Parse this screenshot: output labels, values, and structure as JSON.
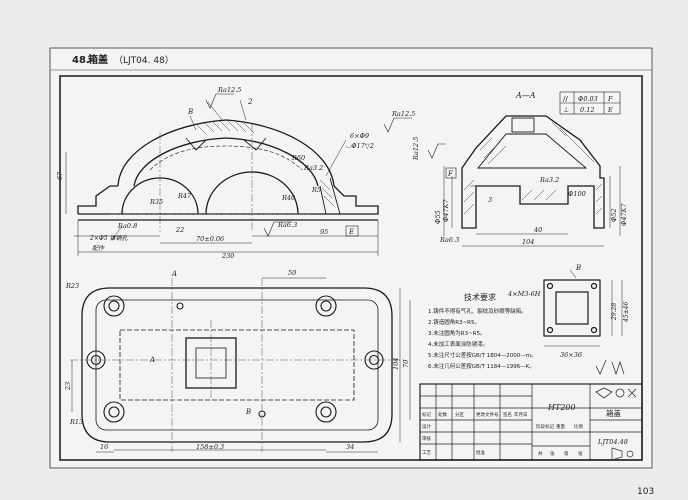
{
  "header": {
    "number": "48.",
    "title": "箱盖",
    "code": "（LJT04. 48）"
  },
  "page_number": "103",
  "front_view": {
    "roughness": [
      "Ra12.5",
      "Ra12.5",
      "Ra6.3",
      "Ra12.5"
    ],
    "view_letters": [
      "B",
      "2"
    ],
    "holes_note": "6×Φ9",
    "cbore_note": "⌴Φ17▽2",
    "radii": [
      "R35",
      "R47",
      "R40",
      "R60",
      "R5"
    ],
    "dims": [
      "67",
      "22",
      "70±0.06",
      "95",
      "230",
      "2×Φ5 锥销孔",
      "配作",
      "Ra0.8",
      "Ra3.2"
    ],
    "datum": "E"
  },
  "section_view": {
    "title": "A—A",
    "tol_rows": [
      [
        "//",
        "Φ0.03",
        "F"
      ],
      [
        "⊥",
        "0.12",
        "E"
      ]
    ],
    "dims": [
      "Ra12.5",
      "Φ55",
      "Φ47K7",
      "Φ52",
      "3",
      "40",
      "104",
      "Φ47K7",
      "Φ100",
      "Ra3.2",
      "Ra6.3"
    ],
    "datum": "F"
  },
  "top_view": {
    "dims": [
      "R23",
      "50",
      "A",
      "A",
      "70",
      "104",
      "23",
      "16",
      "158±0.3",
      "34",
      "R13",
      "B"
    ]
  },
  "tech_req": {
    "title": "技术要求",
    "items": [
      "1.铸件不得有气孔、裂纹及砂眼等缺陷。",
      "2.铸造圆角R3~R5。",
      "3.未注圆角为R3~R5。",
      "4.未加工表面涂防锈漆。",
      "5.未注尺寸公差按GB/T 1804—2000—m。",
      "6.未注几何公差按GB/T 1184—1996—K。"
    ]
  },
  "detail_b": {
    "note": "4×M3-6H",
    "letter": "B",
    "dims": [
      "29.28",
      "45±46",
      "36×36"
    ]
  },
  "title_block": {
    "material": "HT200",
    "part_name": "箱盖",
    "drawing_no": "LJT04.48",
    "rows": [
      "标记",
      "处数",
      "分区",
      "更改文件号",
      "签名",
      "年月日",
      "设计",
      "审核",
      "工艺",
      "批准"
    ],
    "labels": [
      "阶段标记",
      "重量",
      "比例",
      "共",
      "张",
      "第",
      "张"
    ]
  }
}
